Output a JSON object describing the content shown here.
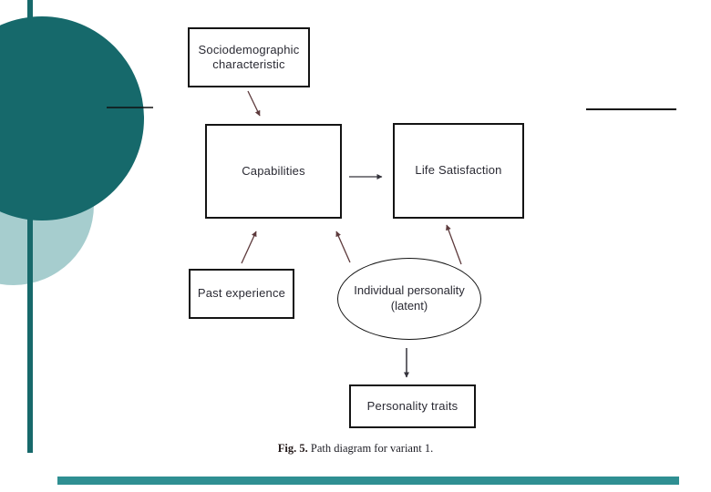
{
  "slide": {
    "decor": {
      "dark_circle_color": "#16696b",
      "light_circle_color": "#a6cdce",
      "left_line_color": "#17696b",
      "bottom_bar_color": "#2f8f92"
    },
    "diagram": {
      "nodes": {
        "sociodemographic": {
          "label": "Sociodemographic characteristic"
        },
        "capabilities": {
          "label": "Capabilities"
        },
        "life_satisfaction": {
          "label": "Life Satisfaction"
        },
        "past_experience": {
          "label": "Past experience"
        },
        "individual_personality": {
          "line1": "Individual personality",
          "line2": "(latent)"
        },
        "personality_traits": {
          "label": "Personality traits"
        }
      },
      "edges": [
        {
          "from": "sociodemographic",
          "to": "capabilities",
          "style": "single-arrow"
        },
        {
          "from": "capabilities",
          "to": "life_satisfaction",
          "style": "single-arrow"
        },
        {
          "from": "past_experience",
          "to": "capabilities",
          "style": "single-arrow"
        },
        {
          "from": "individual_personality",
          "to": "capabilities",
          "style": "single-arrow"
        },
        {
          "from": "individual_personality",
          "to": "life_satisfaction",
          "style": "single-arrow"
        },
        {
          "from": "individual_personality",
          "to": "personality_traits",
          "style": "single-arrow"
        }
      ],
      "arrow_colors": {
        "diagonal": "#5d3a3c",
        "straight": "#34333b"
      }
    },
    "caption": {
      "figure_label": "Fig. 5.",
      "text": "Path diagram for variant 1."
    }
  }
}
